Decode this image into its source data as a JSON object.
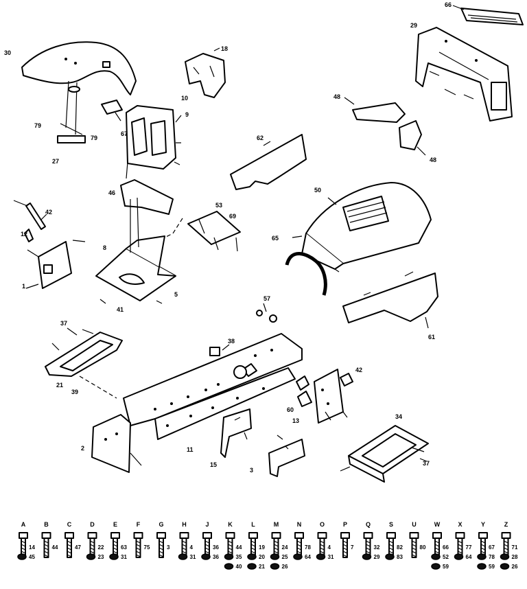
{
  "callouts": [
    {
      "id": "c66",
      "text": "66"
    },
    {
      "id": "c29",
      "text": "29"
    },
    {
      "id": "c30",
      "text": "30"
    },
    {
      "id": "c18",
      "text": "18"
    },
    {
      "id": "c10",
      "text": "10"
    },
    {
      "id": "c9",
      "text": "9"
    },
    {
      "id": "c79a",
      "text": "79"
    },
    {
      "id": "c79b",
      "text": "79"
    },
    {
      "id": "c67",
      "text": "67"
    },
    {
      "id": "c27",
      "text": "27"
    },
    {
      "id": "c48a",
      "text": "48"
    },
    {
      "id": "c48b",
      "text": "48"
    },
    {
      "id": "c62",
      "text": "62"
    },
    {
      "id": "c46",
      "text": "46"
    },
    {
      "id": "c42a",
      "text": "42"
    },
    {
      "id": "c53",
      "text": "53"
    },
    {
      "id": "c69",
      "text": "69"
    },
    {
      "id": "c50",
      "text": "50"
    },
    {
      "id": "c12",
      "text": "12"
    },
    {
      "id": "c8",
      "text": "8"
    },
    {
      "id": "c65",
      "text": "65"
    },
    {
      "id": "c1",
      "text": "1"
    },
    {
      "id": "c41",
      "text": "41"
    },
    {
      "id": "c5",
      "text": "5"
    },
    {
      "id": "c57",
      "text": "57"
    },
    {
      "id": "c61",
      "text": "61"
    },
    {
      "id": "c37a",
      "text": "37"
    },
    {
      "id": "c38",
      "text": "38"
    },
    {
      "id": "c39",
      "text": "39"
    },
    {
      "id": "c21",
      "text": "21"
    },
    {
      "id": "c42b",
      "text": "42"
    },
    {
      "id": "c60",
      "text": "60"
    },
    {
      "id": "c13",
      "text": "13"
    },
    {
      "id": "c2",
      "text": "2"
    },
    {
      "id": "c11",
      "text": "11"
    },
    {
      "id": "c15",
      "text": "15"
    },
    {
      "id": "c3",
      "text": "3"
    },
    {
      "id": "c34",
      "text": "34"
    },
    {
      "id": "c37b",
      "text": "37"
    }
  ],
  "hardware": [
    {
      "letter": "A",
      "nums": [
        "14",
        "45"
      ]
    },
    {
      "letter": "B",
      "nums": [
        "44"
      ]
    },
    {
      "letter": "C",
      "nums": [
        "47"
      ]
    },
    {
      "letter": "D",
      "nums": [
        "22",
        "23"
      ]
    },
    {
      "letter": "E",
      "nums": [
        "63",
        "31"
      ]
    },
    {
      "letter": "F",
      "nums": [
        "75"
      ]
    },
    {
      "letter": "G",
      "nums": [
        "3"
      ]
    },
    {
      "letter": "H",
      "nums": [
        "4",
        "31"
      ]
    },
    {
      "letter": "J",
      "nums": [
        "36",
        "36"
      ]
    },
    {
      "letter": "K",
      "nums": [
        "44",
        "35",
        "40"
      ]
    },
    {
      "letter": "L",
      "nums": [
        "19",
        "20",
        "21"
      ]
    },
    {
      "letter": "M",
      "nums": [
        "24",
        "25",
        "26"
      ]
    },
    {
      "letter": "N",
      "nums": [
        "78",
        "64"
      ]
    },
    {
      "letter": "O",
      "nums": [
        "4",
        "31"
      ]
    },
    {
      "letter": "P",
      "nums": [
        "7"
      ]
    },
    {
      "letter": "Q",
      "nums": [
        "32",
        "29"
      ]
    },
    {
      "letter": "S",
      "nums": [
        "82",
        "83"
      ]
    },
    {
      "letter": "U",
      "nums": [
        "80"
      ]
    },
    {
      "letter": "W",
      "nums": [
        "66",
        "52",
        "59"
      ]
    },
    {
      "letter": "X",
      "nums": [
        "77",
        "64"
      ]
    },
    {
      "letter": "Y",
      "nums": [
        "67",
        "78",
        "59"
      ]
    },
    {
      "letter": "Z",
      "nums": [
        "71",
        "28",
        "26"
      ]
    }
  ]
}
